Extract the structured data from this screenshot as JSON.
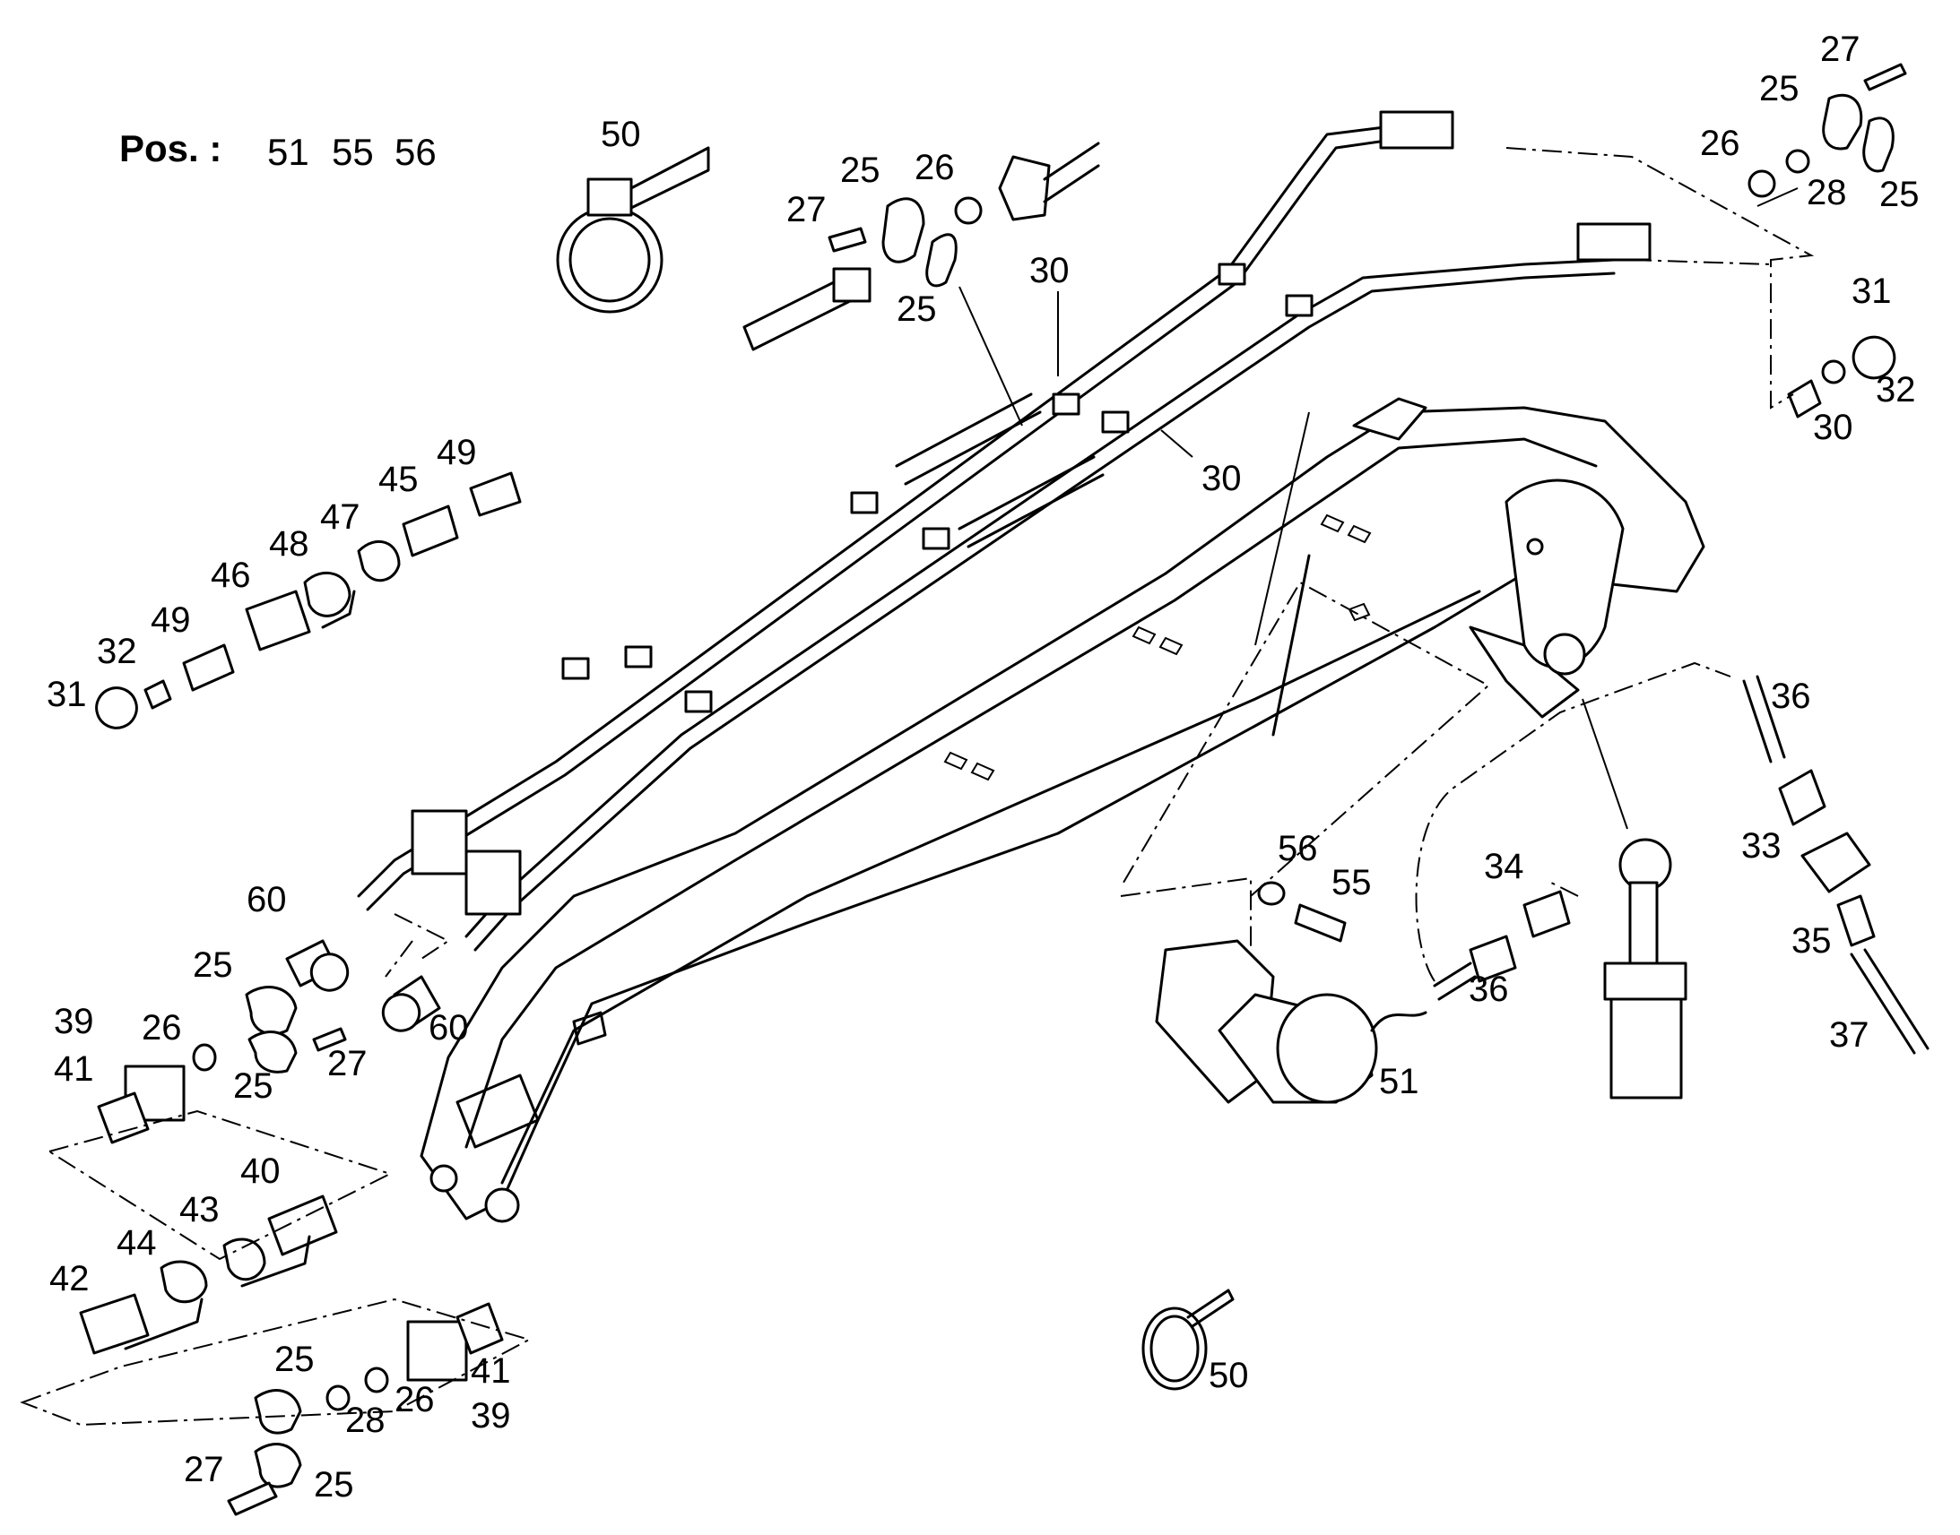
{
  "header": {
    "pos_label": "Pos. :",
    "pos_numbers": [
      "51",
      "55",
      "56"
    ]
  },
  "callouts": [
    "50",
    "25",
    "26",
    "27",
    "25",
    "30",
    "30",
    "27",
    "25",
    "26",
    "28",
    "25",
    "31",
    "32",
    "30",
    "49",
    "45",
    "47",
    "48",
    "46",
    "49",
    "32",
    "31",
    "60",
    "25",
    "39",
    "41",
    "26",
    "27",
    "25",
    "60",
    "36",
    "33",
    "35",
    "37",
    "56",
    "55",
    "34",
    "36",
    "51",
    "40",
    "43",
    "44",
    "42",
    "25",
    "28",
    "26",
    "41",
    "39",
    "27",
    "25",
    "50"
  ]
}
